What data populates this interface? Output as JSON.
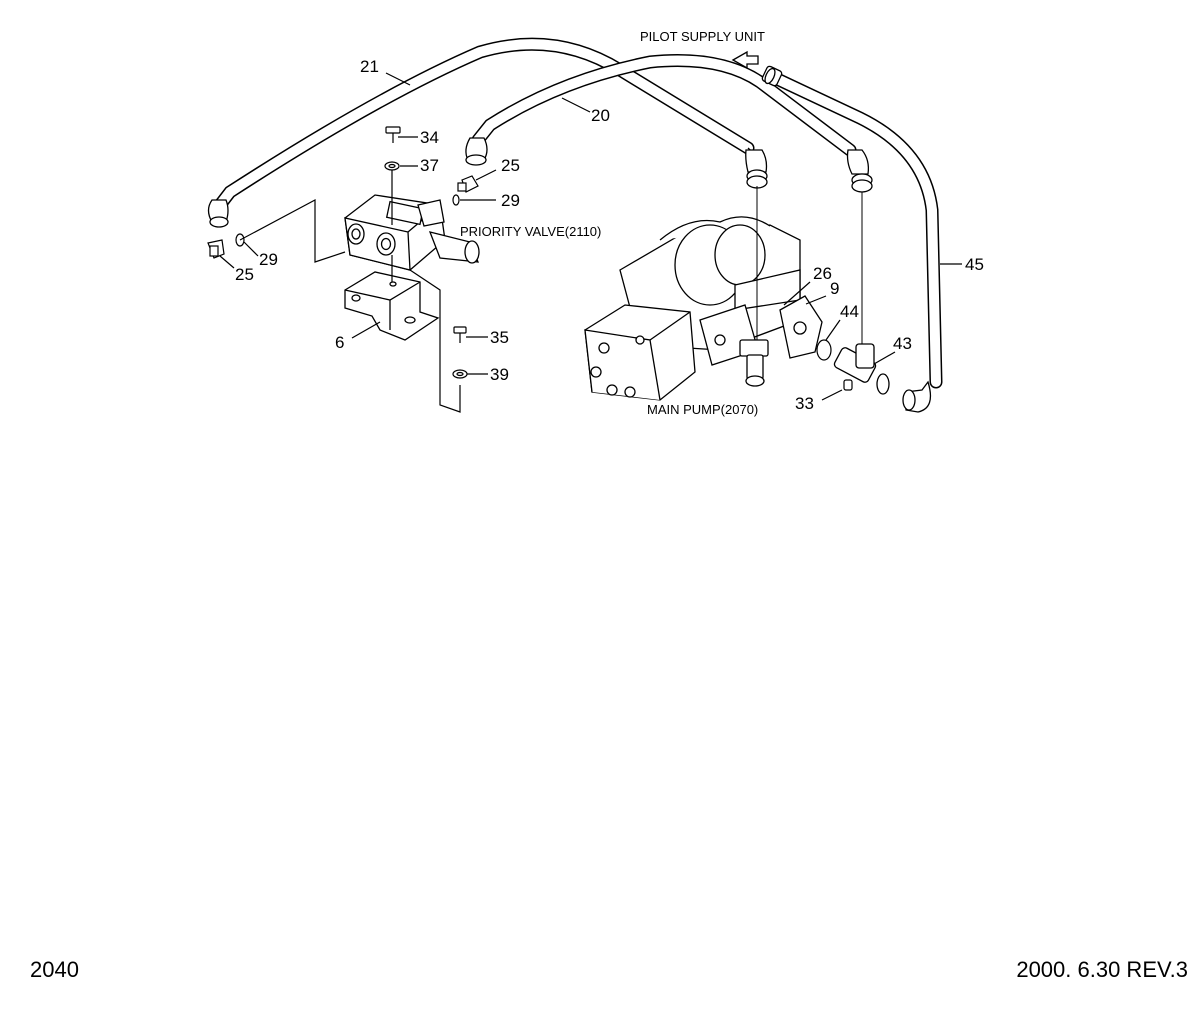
{
  "diagram": {
    "labels": {
      "pilot_supply_unit": "PILOT SUPPLY UNIT",
      "priority_valve": "PRIORITY VALVE(2110)",
      "main_pump": "MAIN PUMP(2070)"
    },
    "callouts": {
      "c21": "21",
      "c20": "20",
      "c34": "34",
      "c37": "37",
      "c25_upper": "25",
      "c29_upper": "29",
      "c29_left": "29",
      "c25_left": "25",
      "c6": "6",
      "c35": "35",
      "c39": "39",
      "c26": "26",
      "c9": "9",
      "c44": "44",
      "c43": "43",
      "c33": "33",
      "c45": "45"
    }
  },
  "footer": {
    "page_code": "2040",
    "date_rev": "2000. 6.30  REV.3"
  }
}
